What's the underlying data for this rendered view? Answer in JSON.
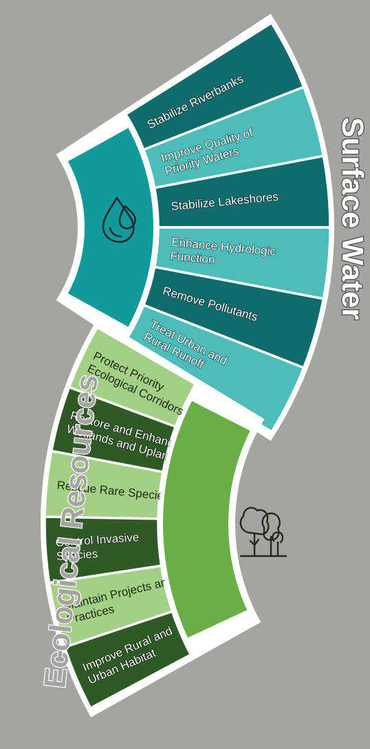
{
  "groups": [
    {
      "id": "surface",
      "title": "Surface Water",
      "icon": "water-drops-icon",
      "colors": {
        "dark": "#0f6b6c",
        "light": "#4dbdbb",
        "hub": "#14999a"
      },
      "items": [
        {
          "label": [
            "Stabilize Riverbanks"
          ],
          "shade": "dark"
        },
        {
          "label": [
            "Improve Quality of",
            "Priority Waters"
          ],
          "shade": "light"
        },
        {
          "label": [
            "Stabilize Lakeshores"
          ],
          "shade": "dark"
        },
        {
          "label": [
            "Enhance Hydrologic",
            "Function"
          ],
          "shade": "light"
        },
        {
          "label": [
            "Remove Pollutants"
          ],
          "shade": "dark"
        },
        {
          "label": [
            "Treat Urban and",
            "Rural Runoff"
          ],
          "shade": "light"
        }
      ]
    },
    {
      "id": "eco",
      "title": "Ecological Resources",
      "icon": "trees-icon",
      "colors": {
        "dark": "#2f5a26",
        "light": "#a4cf86",
        "hub": "#6aaf45"
      },
      "items": [
        {
          "label": [
            "Protect Priority",
            "Ecological Corridors"
          ],
          "shade": "light"
        },
        {
          "label": [
            "Restore and Enhance",
            "Wetlands and Uplands"
          ],
          "shade": "dark"
        },
        {
          "label": [
            "Rescue Rare Species"
          ],
          "shade": "light"
        },
        {
          "label": [
            "Control Invasive",
            "Species"
          ],
          "shade": "dark"
        },
        {
          "label": [
            "Maintain Projects and",
            "Practices"
          ],
          "shade": "light"
        },
        {
          "label": [
            "Improve Rural and",
            "Urban Habitat"
          ],
          "shade": "dark"
        }
      ]
    }
  ]
}
